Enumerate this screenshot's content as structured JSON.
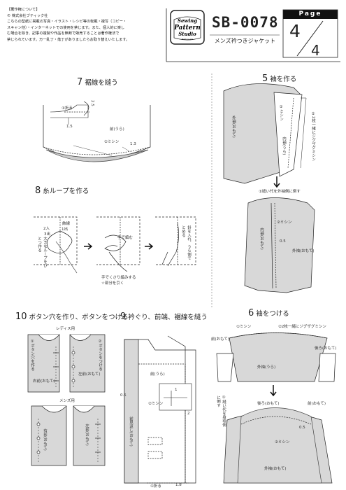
{
  "notice": {
    "heading": "【著作権について】",
    "copyright": "© 株式会社ブティック社",
    "lines": [
      "こちらの型紙に掲載の写真・イラスト・レシピ等の転載・複写（コピー・",
      "スキャン他）・インターネットでの使用を禁じます。また、個人的に楽し",
      "む場合を除き、記事の複製や作品を無断で販売することは著作権法で",
      "禁じられています。万一乱丁・落丁がありましたらお取り替えいたします。"
    ]
  },
  "logo": {
    "word1": "Sewing",
    "word2": "Pattern",
    "word3": "Studio",
    "tag": "Boutique-sha"
  },
  "header": {
    "code": "SB-0078",
    "subtitle": "メンズ衿つきジャケット",
    "page_label": "Page",
    "page_num": "4",
    "page_total": "4"
  },
  "s7": {
    "num": "7",
    "title": "裾線を縫う",
    "fold": "①折る",
    "d1": "1.5",
    "d2": "2.5",
    "front": "前(うら)",
    "sew": "②ミシン",
    "d3": "1.3"
  },
  "s8": {
    "num": "8",
    "title": "糸ループを作る",
    "l_mark": "飾線",
    "l_2in": "2入",
    "l_1out": "1出",
    "l_3out": "3出",
    "l_big": "大きなループをひとつ作る",
    "l_knit": "手で編む",
    "l_needle": "針を入れ、うら側でとめる",
    "cap1": "手でくさり編みする",
    "cap2": "☆部分を引く"
  },
  "s10": {
    "num": "10",
    "title": "ボタン穴を作り、ボタンをつける",
    "ladies": "レディス用",
    "mens": "メンズ用",
    "hole": "①ボタン穴を作る",
    "attach": "②ボタンをつける",
    "rf": "右前(おもて)",
    "lf": "左前(おもて)"
  },
  "s9": {
    "num": "9",
    "title": "衿ぐり、前端、裾線を縫う",
    "front": "前(うら)",
    "d05": "0.5",
    "sew": "②ミシン",
    "facing": "前見返し(おもて)",
    "z1": "1",
    "z2": "2",
    "fold": "①折る",
    "d18": "1.8"
  },
  "s5": {
    "num": "5",
    "title": "袖を作る",
    "outer": "外袖(おもて)",
    "sew1": "①ミシン",
    "inner": "内袖(うら)",
    "zig": "②2枚一緒にジグザグミシン",
    "allow": "①縫い代を外袖側に倒す",
    "sew2": "②ミシン",
    "inner2": "内袖(おもて)",
    "d05": "0.5",
    "outer2": "外袖(おもて)"
  },
  "s6": {
    "num": "6",
    "title": "袖をつける",
    "sew1": "①ミシン",
    "zig": "②2枚一緒にジグザグミシン",
    "front": "前(おもて)",
    "back": "後ろ(おもて)",
    "outer": "外袖(うら)",
    "allow": "①縫い代を身頃側に倒す",
    "back2": "後ろ(おもて)",
    "front2": "前(おもて)",
    "d05": "0.5",
    "sew2": "②ミシン",
    "outer2": "外袖(おもて)"
  }
}
